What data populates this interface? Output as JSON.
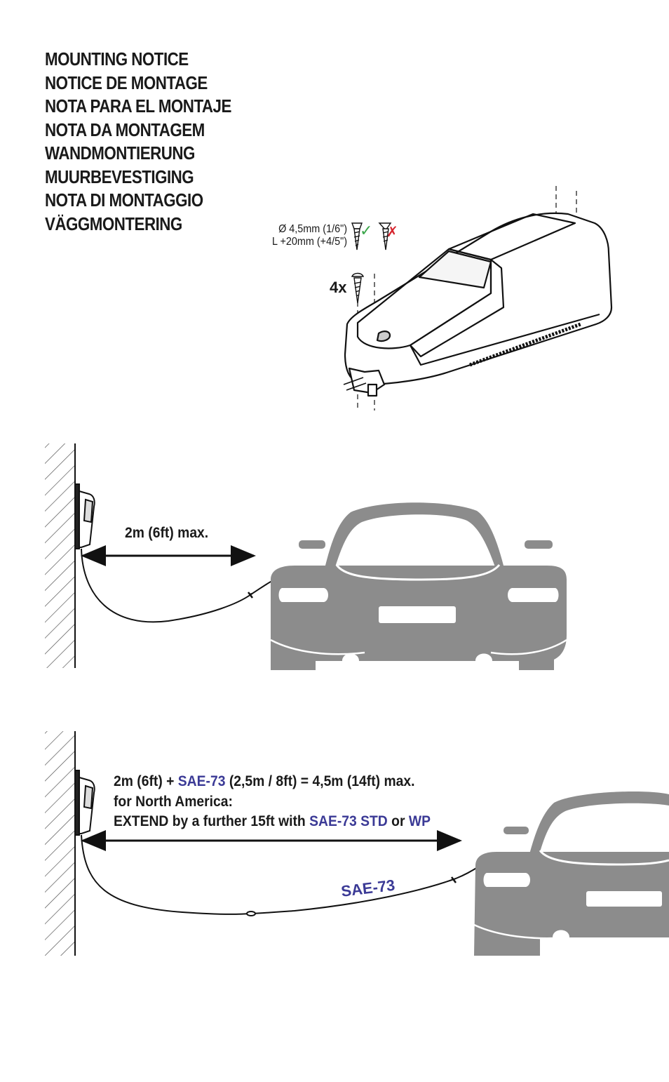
{
  "titles": [
    "MOUNTING NOTICE",
    "NOTICE DE MONTAGE",
    "NOTA PARA EL MONTAJE",
    "NOTA DA MONTAGEM",
    "WANDMONTIERUNG",
    "MUURBEVESTIGING",
    "NOTA DI MONTAGGIO",
    "VÄGGMONTERING"
  ],
  "screw": {
    "diameter": "Ø 4,5mm (1/6\")",
    "length": "L +20mm (+4/5\")",
    "ok_mark": "✓",
    "no_mark": "✗",
    "count": "4x"
  },
  "diagram1": {
    "distance": "2m (6ft) max."
  },
  "diagram2": {
    "line1_a": "2m (6ft) + ",
    "line1_b": "SAE-73",
    "line1_c": " (2,5m / 8ft) = 4,5m (14ft) max.",
    "line2": "for North America:",
    "line3_a": "EXTEND by a further 15ft with ",
    "line3_b": "SAE-73 STD",
    "line3_c": " or ",
    "line3_d": "WP",
    "cable_label": "SAE-73"
  },
  "colors": {
    "accent": "#3b3a96",
    "car": "#8c8c8c",
    "ok": "#3aa64a",
    "no": "#d6262f"
  }
}
